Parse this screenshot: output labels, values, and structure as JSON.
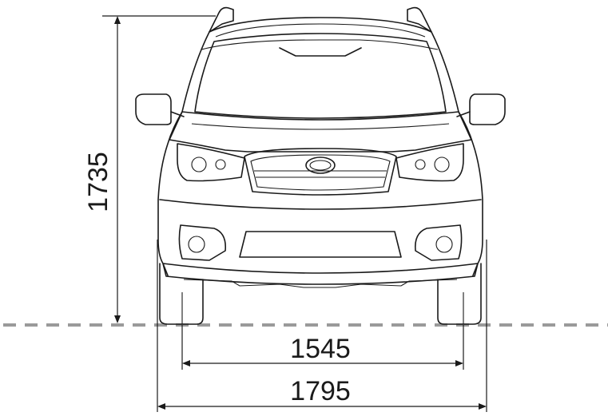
{
  "dimensions": {
    "height": "1735",
    "track": "1545",
    "width": "1795"
  }
}
